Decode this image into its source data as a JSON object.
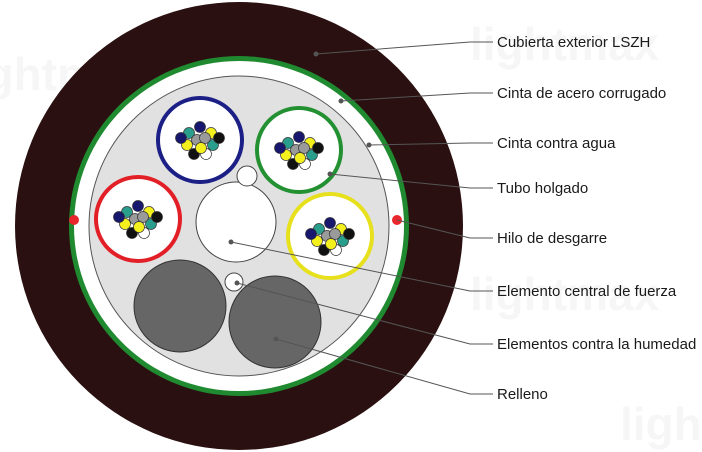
{
  "labels": [
    {
      "id": "outer-jacket",
      "text": "Cubierta exterior LSZH"
    },
    {
      "id": "steel-tape",
      "text": "Cinta de acero corrugado"
    },
    {
      "id": "water-blocking-tape",
      "text": "Cinta contra agua"
    },
    {
      "id": "loose-tube",
      "text": "Tubo holgado"
    },
    {
      "id": "ripcord",
      "text": "Hilo de desgarre"
    },
    {
      "id": "central-strength-member",
      "text": "Elemento central de fuerza"
    },
    {
      "id": "moisture-elements",
      "text": "Elementos contra la humedad"
    },
    {
      "id": "filler",
      "text": "Relleno"
    }
  ],
  "watermark": "lightmax",
  "colors": {
    "jacket": "#2a1010",
    "steel_tape": "#1f8a2f",
    "inner_core": "#e1e1e1",
    "filler": "#666666",
    "ripcord": "#e8262b",
    "tube_blue": "#1b1f86",
    "tube_green": "#239132",
    "tube_red": "#e21f26",
    "tube_yellow": "#e6e01d",
    "fiber_colors": [
      "#17176e",
      "#f4f01d",
      "#2a9e8c",
      "#ffffff",
      "#111111",
      "#9a9a9a"
    ]
  }
}
